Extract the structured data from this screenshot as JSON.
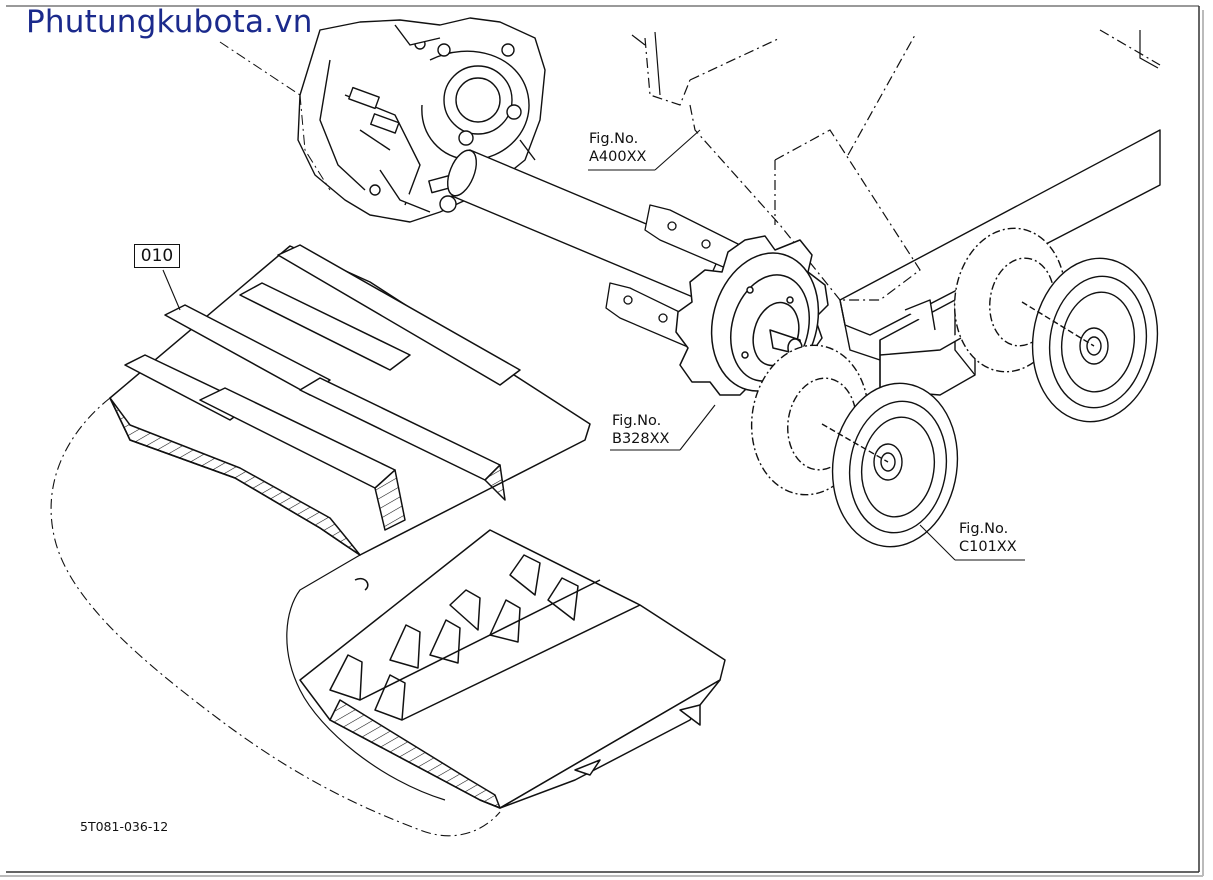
{
  "watermark": "Phutungkubota.vn",
  "part_label": "010",
  "references": [
    {
      "line1": "Fig.No.",
      "line2": "A400XX"
    },
    {
      "line1": "Fig.No.",
      "line2": "B328XX"
    },
    {
      "line1": "Fig.No.",
      "line2": "C101XX"
    }
  ],
  "drawing_code": "5T081-036-12",
  "colors": {
    "ink": "#111111",
    "watermark": "#1b2a8c",
    "background": "#ffffff"
  }
}
